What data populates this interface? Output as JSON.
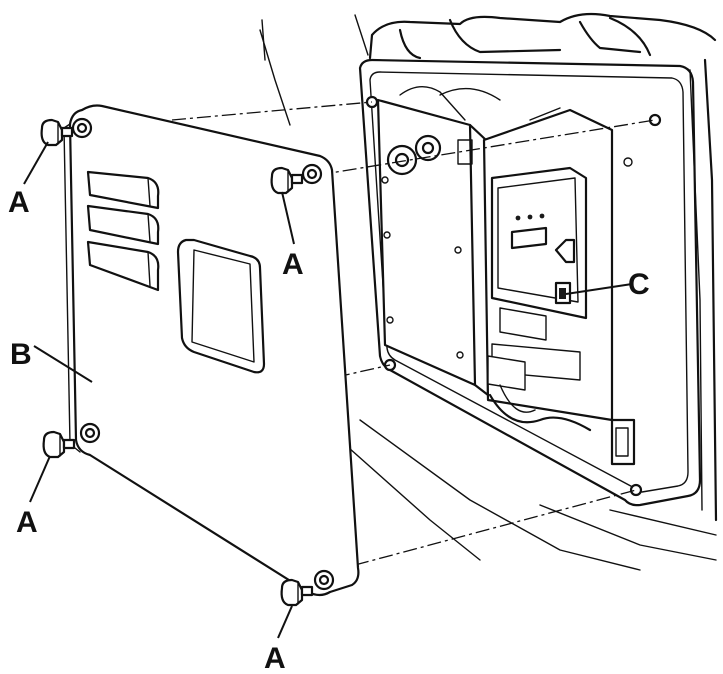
{
  "callouts": {
    "a1": "A",
    "a2": "A",
    "a3": "A",
    "a4": "A",
    "b": "B",
    "c": "C"
  }
}
